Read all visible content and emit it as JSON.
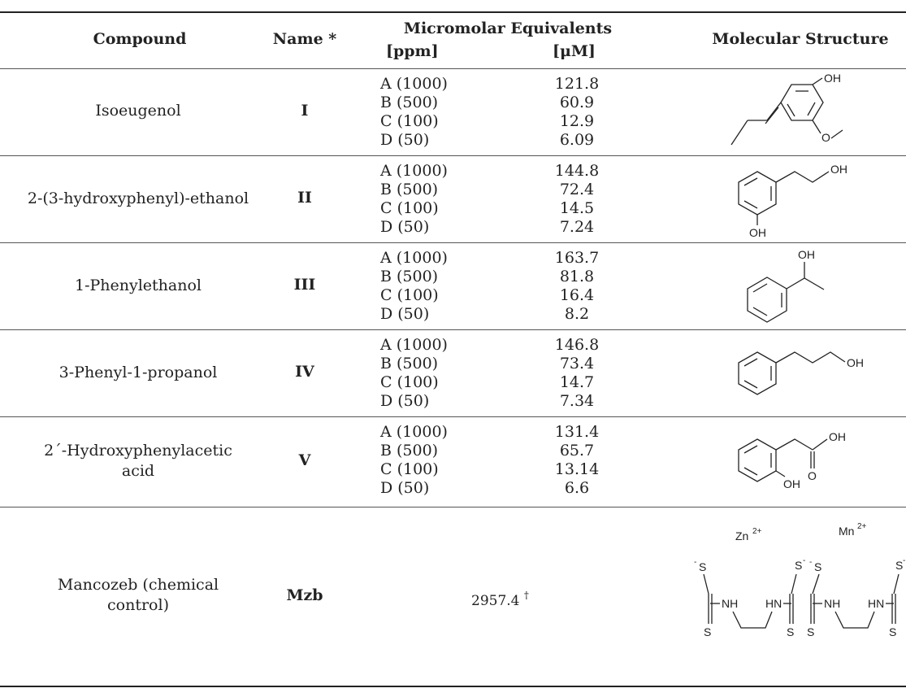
{
  "headers": {
    "compound": "Compound",
    "name": "Name *",
    "micromolar": "Micromolar Equivalents",
    "ppm": "[ppm]",
    "um": "[μM]",
    "structure": "Molecular Structure"
  },
  "rows": [
    {
      "compound": "Isoeugenol",
      "name": "I",
      "ppm": [
        "A (1000)",
        "B (500)",
        "C (100)",
        "D (50)"
      ],
      "um": [
        "121.8",
        "60.9",
        "12.9",
        "6.09"
      ],
      "structure_labels": [
        "OH",
        "O"
      ]
    },
    {
      "compound": "2-(3-hydroxyphenyl)-ethanol",
      "name": "II",
      "ppm": [
        "A (1000)",
        "B (500)",
        "C (100)",
        "D (50)"
      ],
      "um": [
        "144.8",
        "72.4",
        "14.5",
        "7.24"
      ],
      "structure_labels": [
        "OH",
        "OH"
      ]
    },
    {
      "compound": "1-Phenylethanol",
      "name": "III",
      "ppm": [
        "A (1000)",
        "B (500)",
        "C (100)",
        "D (50)"
      ],
      "um": [
        "163.7",
        "81.8",
        "16.4",
        "8.2"
      ],
      "structure_labels": [
        "OH"
      ]
    },
    {
      "compound": "3-Phenyl-1-propanol",
      "name": "IV",
      "ppm": [
        "A (1000)",
        "B (500)",
        "C (100)",
        "D (50)"
      ],
      "um": [
        "146.8",
        "73.4",
        "14.7",
        "7.34"
      ],
      "structure_labels": [
        "OH"
      ]
    },
    {
      "compound_line1": "2´-Hydroxyphenylacetic",
      "compound_line2": "acid",
      "name": "V",
      "ppm": [
        "A (1000)",
        "B (500)",
        "C (100)",
        "D (50)"
      ],
      "um": [
        "131.4",
        "65.7",
        "13.14",
        "6.6"
      ],
      "structure_labels": [
        "OH",
        "O",
        "OH"
      ]
    },
    {
      "compound_line1": "Mancozeb (chemical",
      "compound_line2": "control)",
      "name": "Mzb",
      "value": "2957.4",
      "value_mark": "†",
      "structure_labels": [
        "Zn",
        "2+",
        "Mn",
        "2+",
        "S",
        "-",
        "S",
        "-",
        "NH",
        "HN",
        "S",
        "S",
        "S",
        "-",
        "S",
        "-",
        "NH",
        "HN",
        "S",
        "S"
      ]
    }
  ]
}
